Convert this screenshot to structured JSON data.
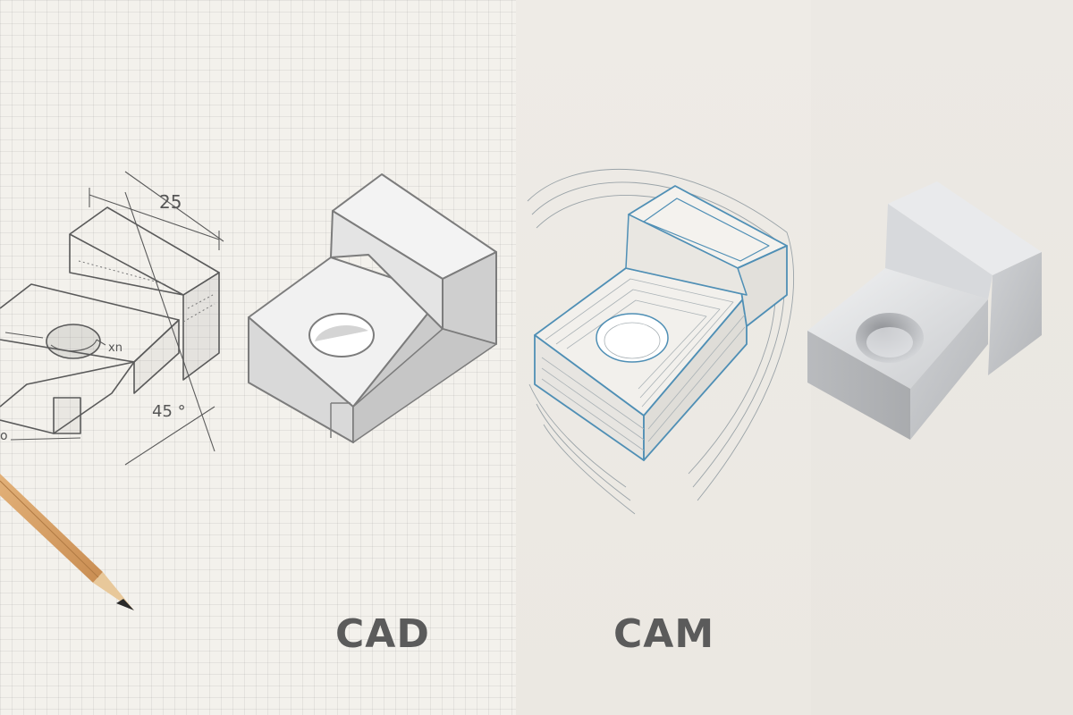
{
  "labels": {
    "cad": "CAD",
    "cam": "CAM"
  },
  "sketch": {
    "dim_top": "25",
    "dim_bottom": "45 °",
    "dim_hole": "xn",
    "dim_left": "o"
  },
  "colors": {
    "paper": "#f3f1ec",
    "pencil_line": "#5a5a5a",
    "cad_line": "#7c7c7c",
    "toolpath": "#4f8fb5",
    "metal": "#c7c9cc"
  }
}
